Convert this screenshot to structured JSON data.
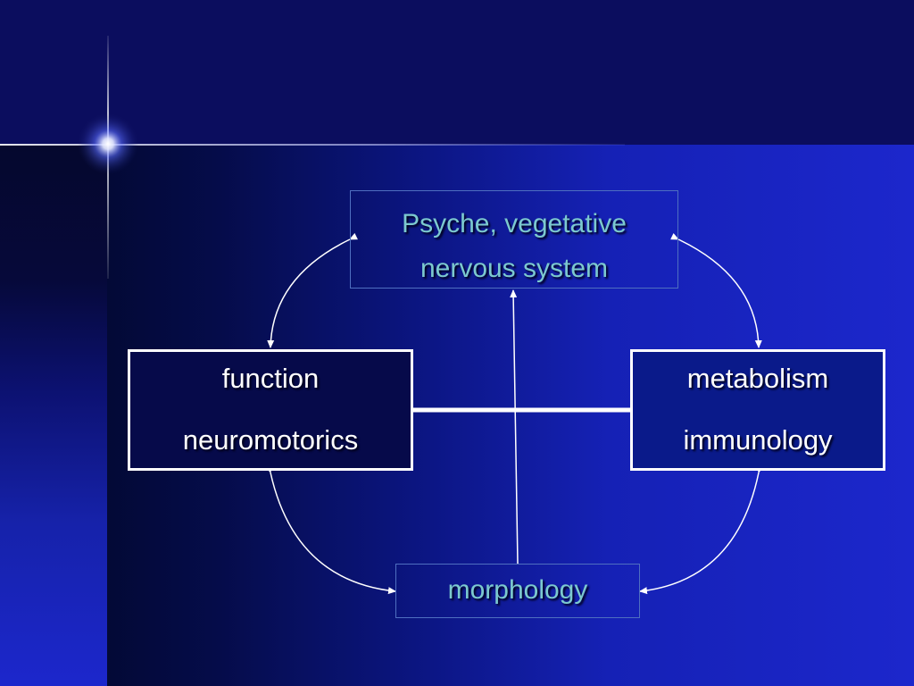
{
  "diagram": {
    "top_box": {
      "line1": "Psyche, vegetative",
      "line2": "nervous system"
    },
    "left_box": {
      "line1": "function",
      "line2": "neuromotorics"
    },
    "right_box": {
      "line1": "metabolism",
      "line2": "immunology"
    },
    "bottom_box": {
      "line1": "morphology"
    }
  },
  "colors": {
    "background_blue": "#1c27cc",
    "top_band": "#0b0d5e",
    "teal_text": "#7cc9cf",
    "white_text": "#ffffff"
  }
}
